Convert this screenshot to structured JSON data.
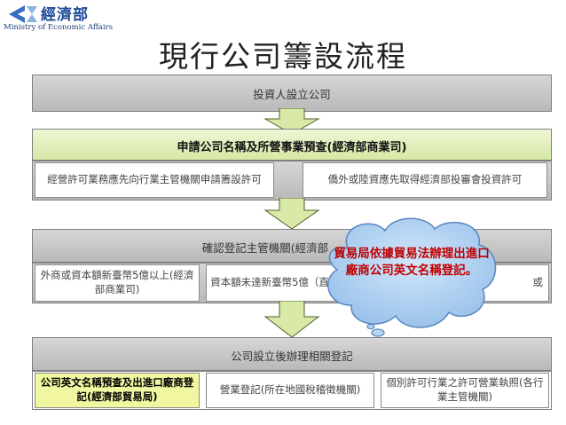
{
  "header": {
    "logo_cn": "經濟部",
    "logo_en": "Ministry of Economic Affairs",
    "title": "現行公司籌設流程"
  },
  "flow": {
    "step1": "投資人設立公司",
    "step2": {
      "heading": "申請公司名稱及所營事業預查(經濟部商業司)",
      "left": "經營許可業務應先向行業主管機關申請籌設許可",
      "right": "僑外或陸資應先取得經濟部投審會投資許可"
    },
    "step3": {
      "heading": "確認登記主管機關(經濟部",
      "cell1": "外商或資本額新臺幣5億以上(經濟部商業司)",
      "cell2": "資本額未達新臺幣5億（直轄市政府",
      "cell3": "或"
    },
    "step4": {
      "heading": "公司設立後辦理相關登記",
      "cell1": "公司英文名稱預查及出進口廠商登記(經濟部貿易局)",
      "cell2": "營業登記(所在地國稅稽徵機關)",
      "cell3": "個別許可行業之許可營業執照(各行業主管機關)"
    }
  },
  "callout": {
    "text": "貿易局依據貿易法辦理出進口廠商公司英文名稱登記。"
  },
  "colors": {
    "band_gray": "#c4c4c4",
    "band_green": "#dcebb0",
    "highlight_yellow": "#f0f7a0",
    "cloud_fill": "#a9cdf0",
    "callout_text": "#c00000",
    "arrow_fill": "#d8e9a8"
  }
}
